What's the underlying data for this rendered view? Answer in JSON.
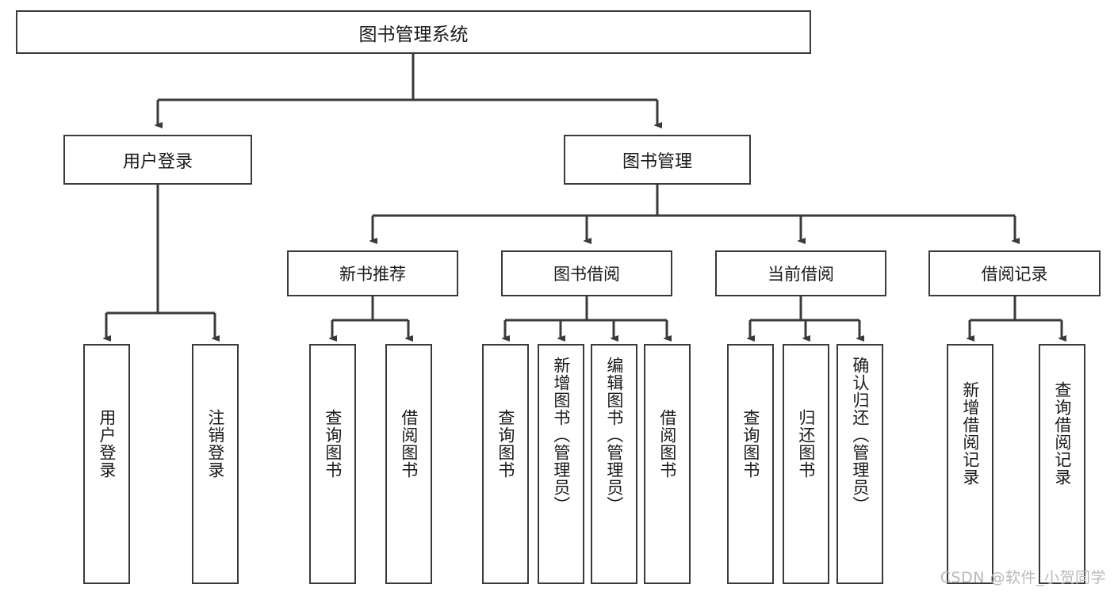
{
  "diagram": {
    "title": "图书管理系统",
    "type": "tree",
    "root": {
      "label": "图书管理系统"
    },
    "level1": [
      {
        "label": "用户登录"
      },
      {
        "label": "图书管理"
      }
    ],
    "level2": [
      {
        "label": "新书推荐"
      },
      {
        "label": "图书借阅"
      },
      {
        "label": "当前借阅"
      },
      {
        "label": "借阅记录"
      }
    ],
    "leaves": {
      "user_login": [
        {
          "label": "用户登录"
        },
        {
          "label": "注销登录"
        }
      ],
      "new_book_recommend": [
        {
          "label": "查询图书"
        },
        {
          "label": "借阅图书"
        }
      ],
      "book_borrow": [
        {
          "label": "查询图书"
        },
        {
          "label": "新增图书（管理员）"
        },
        {
          "label": "编辑图书（管理员）"
        },
        {
          "label": "借阅图书"
        }
      ],
      "current_borrow": [
        {
          "label": "查询图书"
        },
        {
          "label": "归还图书"
        },
        {
          "label": "确认归还（管理员）"
        }
      ],
      "borrow_record": [
        {
          "label": "新增借阅记录"
        },
        {
          "label": "查询借阅记录"
        }
      ]
    }
  },
  "watermark": {
    "text": "CSDN @软件_小贺同学"
  },
  "colors": {
    "stroke": "#3a3a3a",
    "background": "#ffffff",
    "text": "#1a1a1a",
    "watermark": "#b9b9b9"
  }
}
